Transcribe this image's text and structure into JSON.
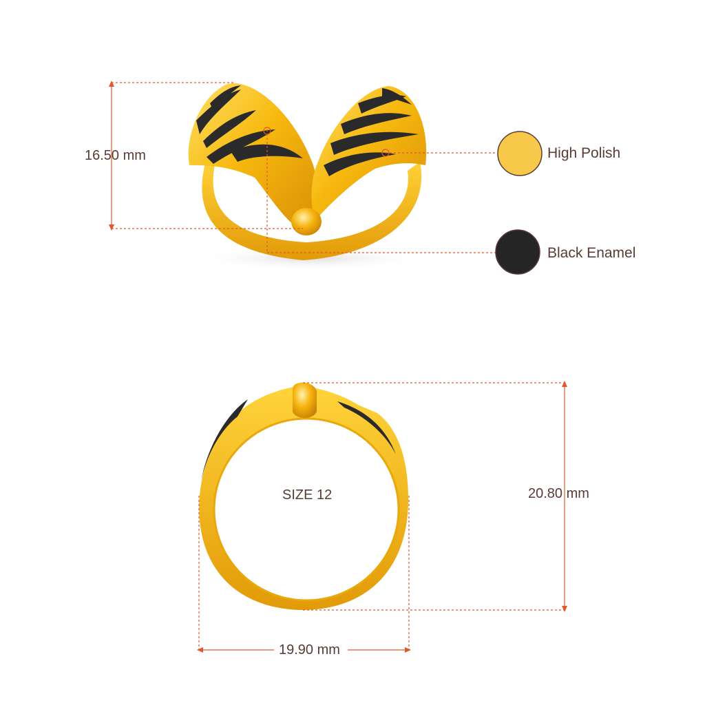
{
  "dimensions": {
    "height_top": "16.50 mm",
    "height_front": "20.80 mm",
    "width_front": "19.90 mm",
    "size": "SIZE 12"
  },
  "finishes": [
    {
      "label": "High Polish",
      "color": "#F7C84A"
    },
    {
      "label": "Black Enamel",
      "color": "#252525"
    }
  ],
  "colors": {
    "dimension_line": "#E2572B",
    "gold_light": "#FFD43A",
    "gold_mid": "#F5B40F",
    "gold_dark": "#C98A06",
    "enamel": "#2A2A2A",
    "text": "#5A3A36"
  }
}
